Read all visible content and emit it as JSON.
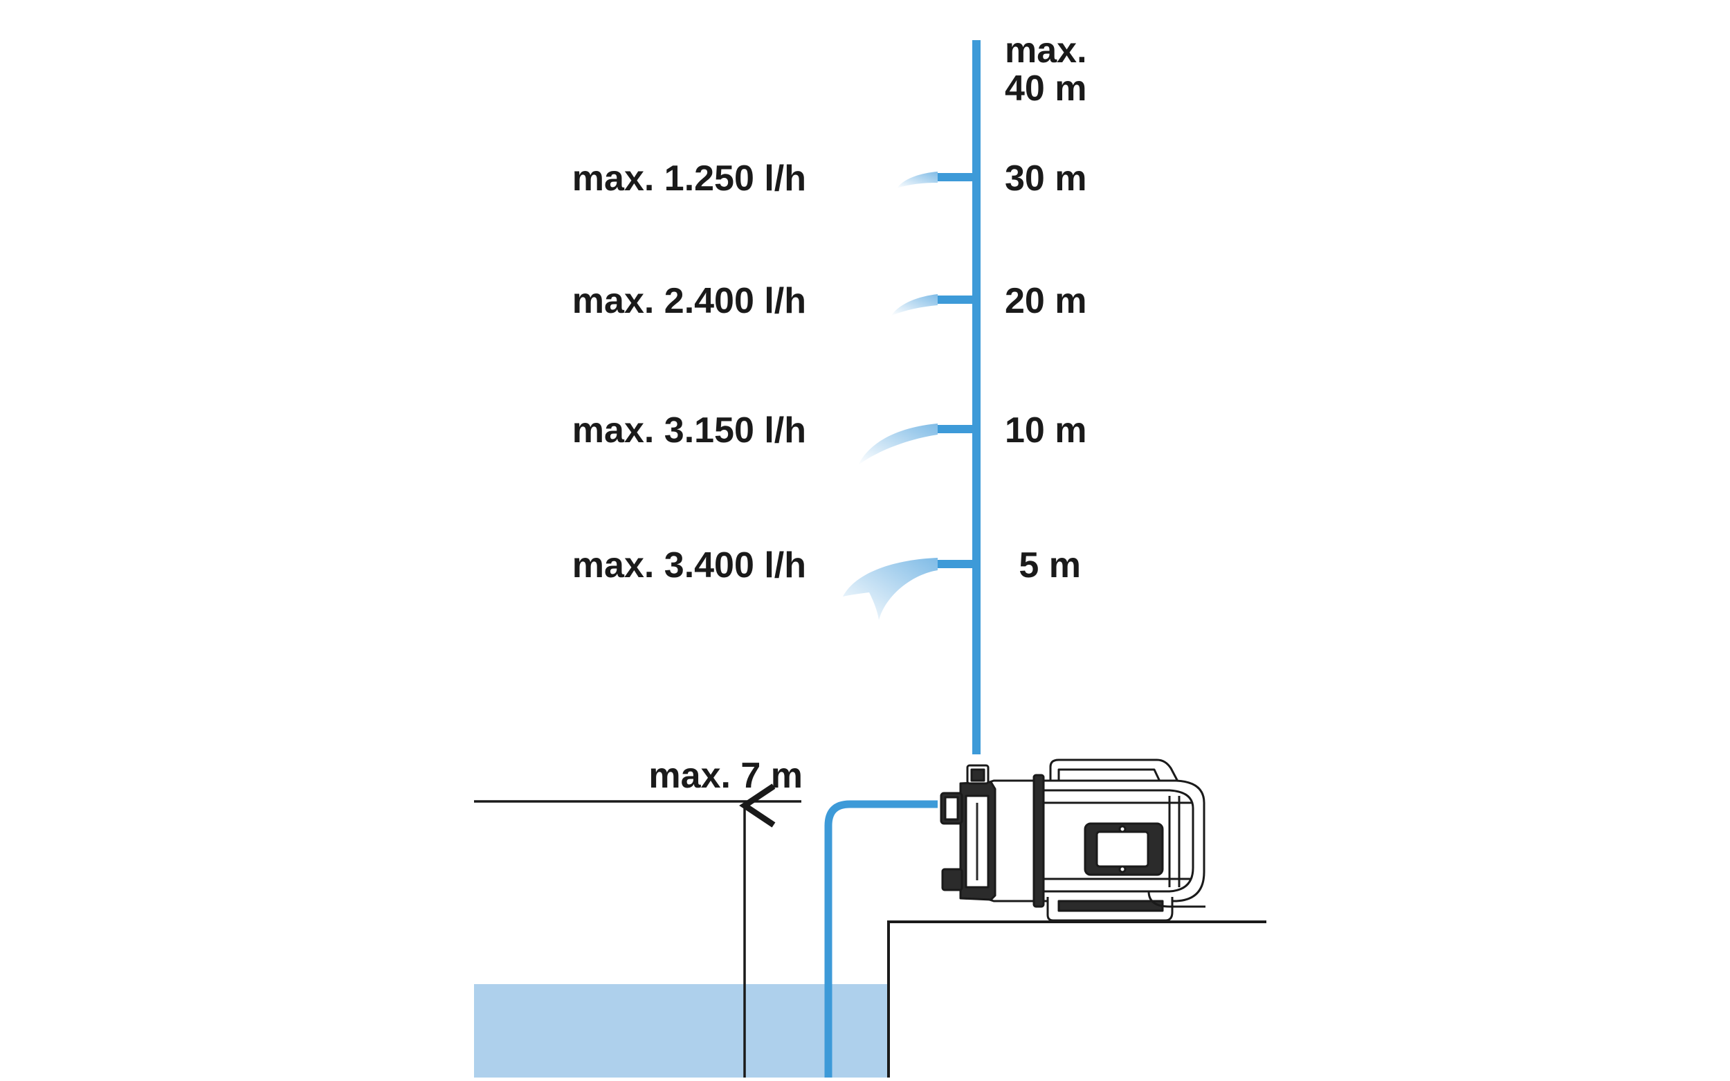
{
  "height_labels": {
    "max_line1": "max.",
    "max_line2": "40 m",
    "h30": "30 m",
    "h20": "20 m",
    "h10": "10 m",
    "h5": "5 m"
  },
  "flow_labels": {
    "f30": "max. 1.250 l/h",
    "f20": "max. 2.400 l/h",
    "f10": "max. 3.150 l/h",
    "f5": "max. 3.400 l/h"
  },
  "suction_label": "max. 7 m",
  "colors": {
    "pipe": "#3d9ad8",
    "water": "#aed0ec",
    "spray": "#7fbbe6",
    "line": "#1a1a1a",
    "pump_body": "#2b2b2b"
  },
  "icons": {
    "pump": "garden-pump-icon",
    "arrow": "arrow-up-icon"
  }
}
